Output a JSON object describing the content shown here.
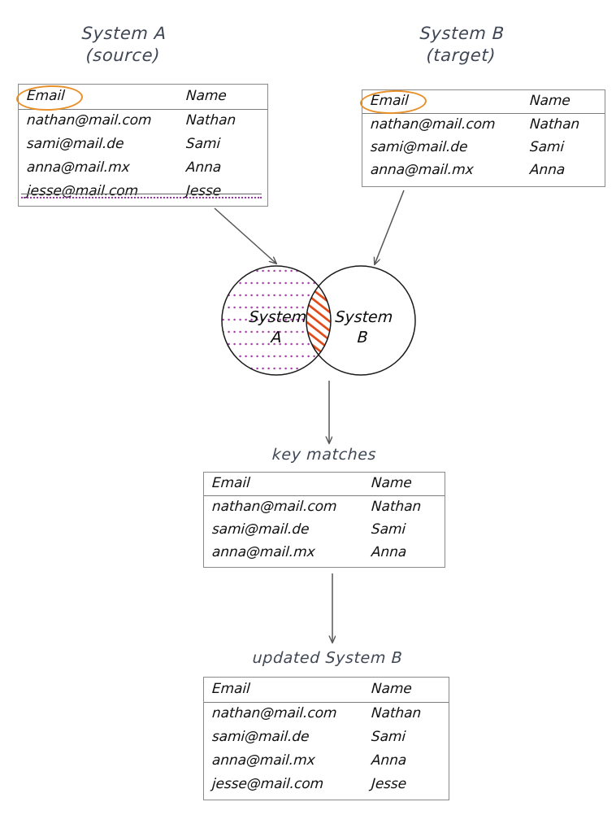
{
  "diagram": {
    "title_source": "System A\n(source)",
    "title_target": "System B\n(target)",
    "label_key_matches": "key matches",
    "label_updated": "updated System B",
    "venn_left_label": "System\nA",
    "venn_right_label": "System\nB",
    "colors": {
      "highlight_orange": "#e8902a",
      "hatch_orange": "#e04a18",
      "dotted_purple": "#9b34a8",
      "heading_slate": "#3f4654",
      "table_border": "#8a8a8a",
      "arrow": "#555555"
    }
  },
  "tables": {
    "system_a": {
      "headers": [
        "Email",
        "Name"
      ],
      "rows": [
        [
          "nathan@mail.com",
          "Nathan"
        ],
        [
          "sami@mail.de",
          "Sami"
        ],
        [
          "anna@mail.mx",
          "Anna"
        ],
        [
          "jesse@mail.com",
          "Jesse"
        ]
      ]
    },
    "system_b": {
      "headers": [
        "Email",
        "Name"
      ],
      "rows": [
        [
          "nathan@mail.com",
          "Nathan"
        ],
        [
          "sami@mail.de",
          "Sami"
        ],
        [
          "anna@mail.mx",
          "Anna"
        ]
      ]
    },
    "key_matches": {
      "headers": [
        "Email",
        "Name"
      ],
      "rows": [
        [
          "nathan@mail.com",
          "Nathan"
        ],
        [
          "sami@mail.de",
          "Sami"
        ],
        [
          "anna@mail.mx",
          "Anna"
        ]
      ]
    },
    "updated_system_b": {
      "headers": [
        "Email",
        "Name"
      ],
      "rows": [
        [
          "nathan@mail.com",
          "Nathan"
        ],
        [
          "sami@mail.de",
          "Sami"
        ],
        [
          "anna@mail.mx",
          "Anna"
        ],
        [
          "jesse@mail.com",
          "Jesse"
        ]
      ]
    }
  }
}
